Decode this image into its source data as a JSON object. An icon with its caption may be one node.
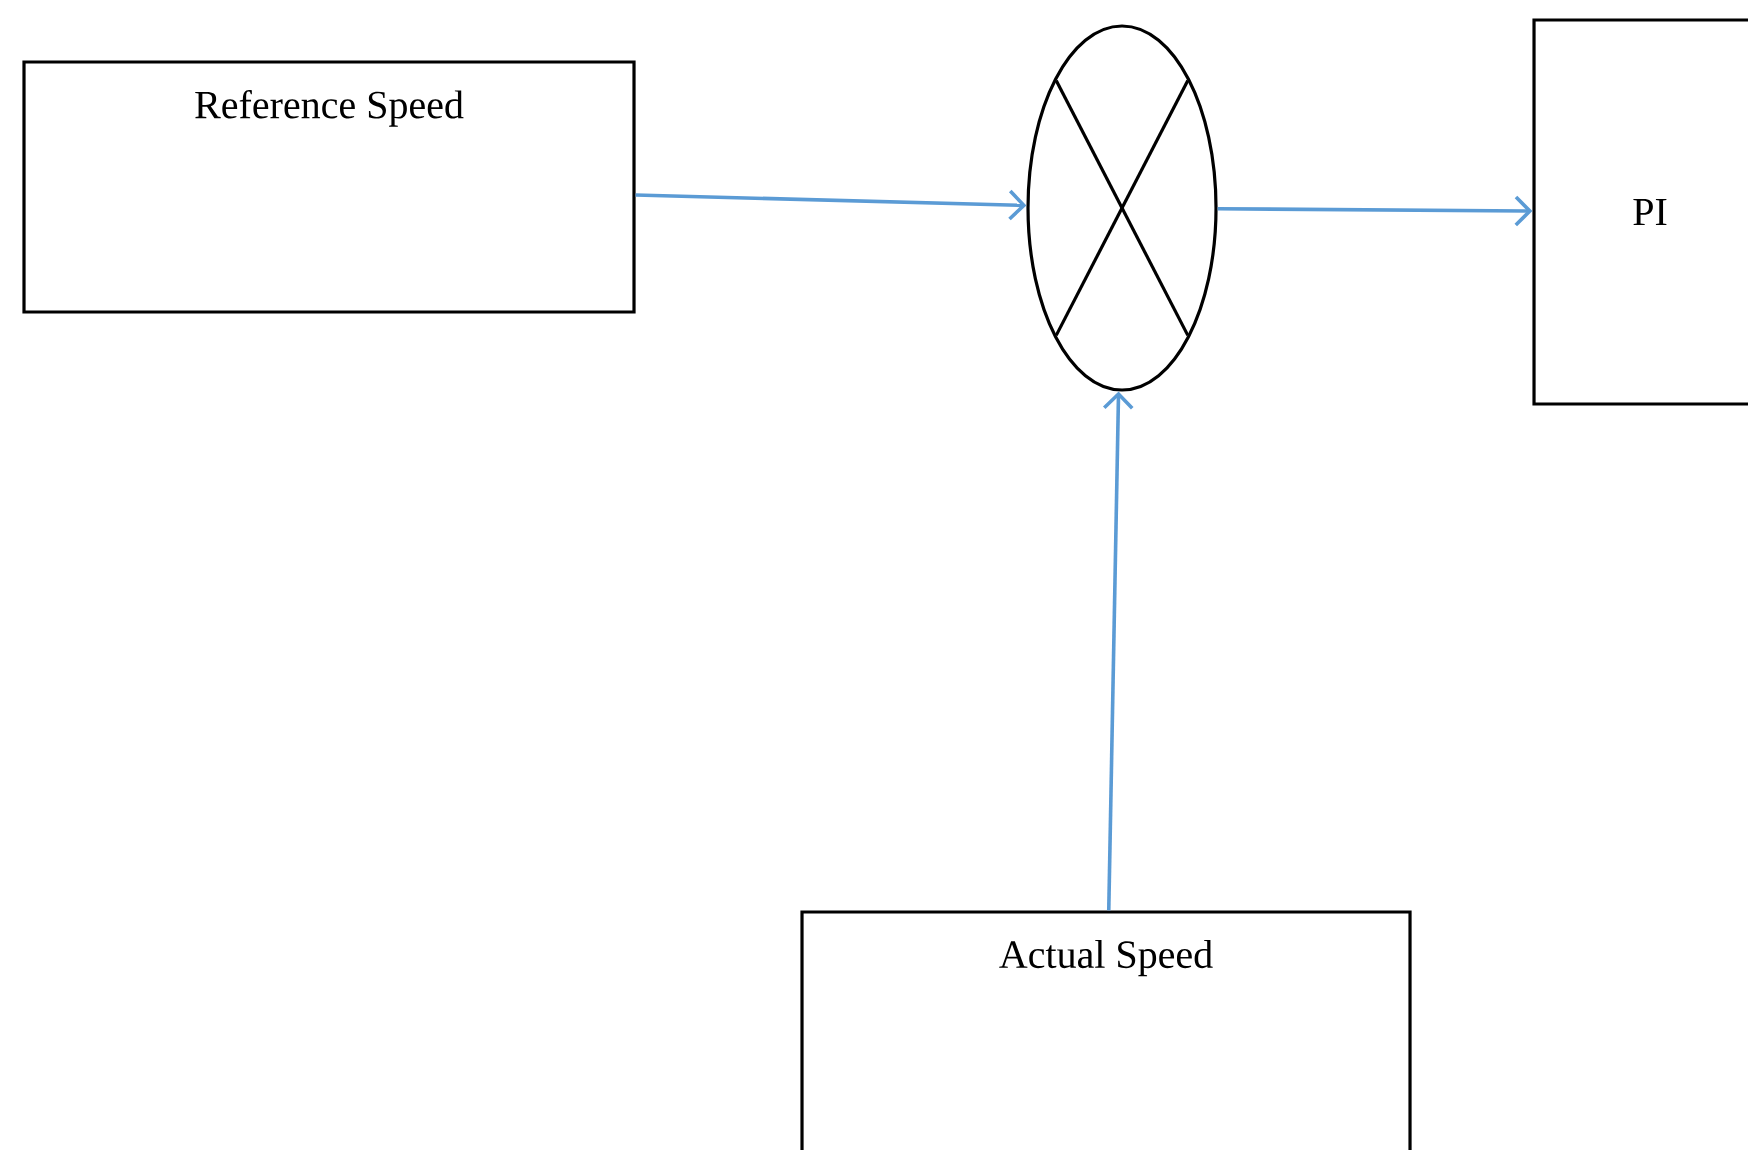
{
  "diagram": {
    "nodes": [
      {
        "text": [
          "Reference Speed"
        ]
      },
      {
        "text": [],
        "shape": "circle"
      },
      {
        "text": [
          "PI"
        ]
      },
      {
        "text": [
          "Actual Speed"
        ]
      }
    ],
    "edges": [
      {
        "from": 0,
        "to": 1,
        "arrow": "to"
      },
      {
        "from": 1,
        "to": 2,
        "arrow": "to"
      },
      {
        "from": 3,
        "to": 1,
        "arrow": "to"
      }
    ]
  }
}
